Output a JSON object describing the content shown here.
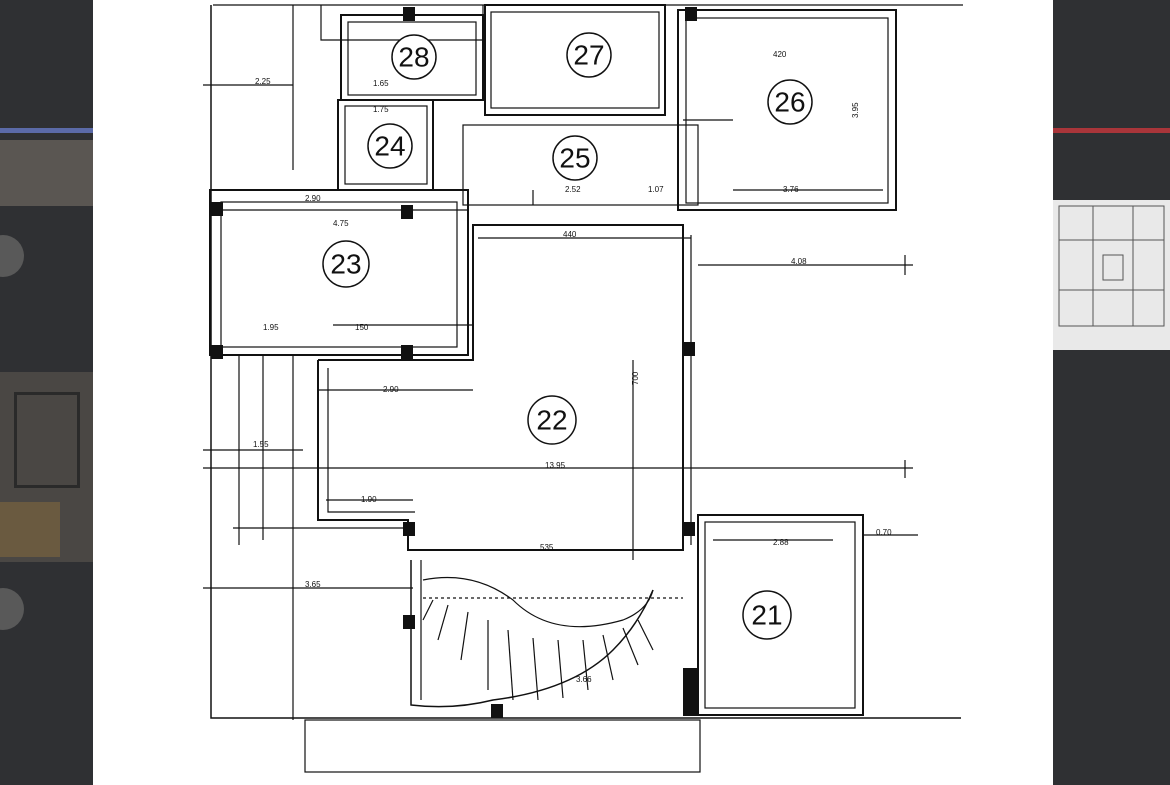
{
  "rooms": [
    {
      "id": "21",
      "label": "21"
    },
    {
      "id": "22",
      "label": "22"
    },
    {
      "id": "23",
      "label": "23"
    },
    {
      "id": "24",
      "label": "24"
    },
    {
      "id": "25",
      "label": "25"
    },
    {
      "id": "26",
      "label": "26"
    },
    {
      "id": "27",
      "label": "27"
    },
    {
      "id": "28",
      "label": "28"
    }
  ],
  "dimensions": {
    "d_420": "420",
    "d_225": "2.25",
    "d_165": "1.65",
    "d_175": "1.75",
    "d_290_top": "2.90",
    "d_475": "4.75",
    "d_440": "440",
    "d_408": "4.08",
    "d_195": "1.95",
    "d_150": "150",
    "d_290_mid": "2.90",
    "d_1395": "13.95",
    "d_190": "1.90",
    "d_535": "535",
    "d_288": "2.88",
    "d_070": "0.70",
    "d_366": "3.66",
    "d_376": "3.76",
    "d_252": "2.52",
    "d_107": "1.07",
    "d_700": "700",
    "d_395": "3.95",
    "d_365": "3.65",
    "d_155": "1.55"
  },
  "colors": {
    "page_background": "#3a3a3a",
    "viewer_background": "#ffffff",
    "ink": "#111111",
    "left_accent": "#5b6aa8",
    "right_accent": "#a9353a"
  }
}
